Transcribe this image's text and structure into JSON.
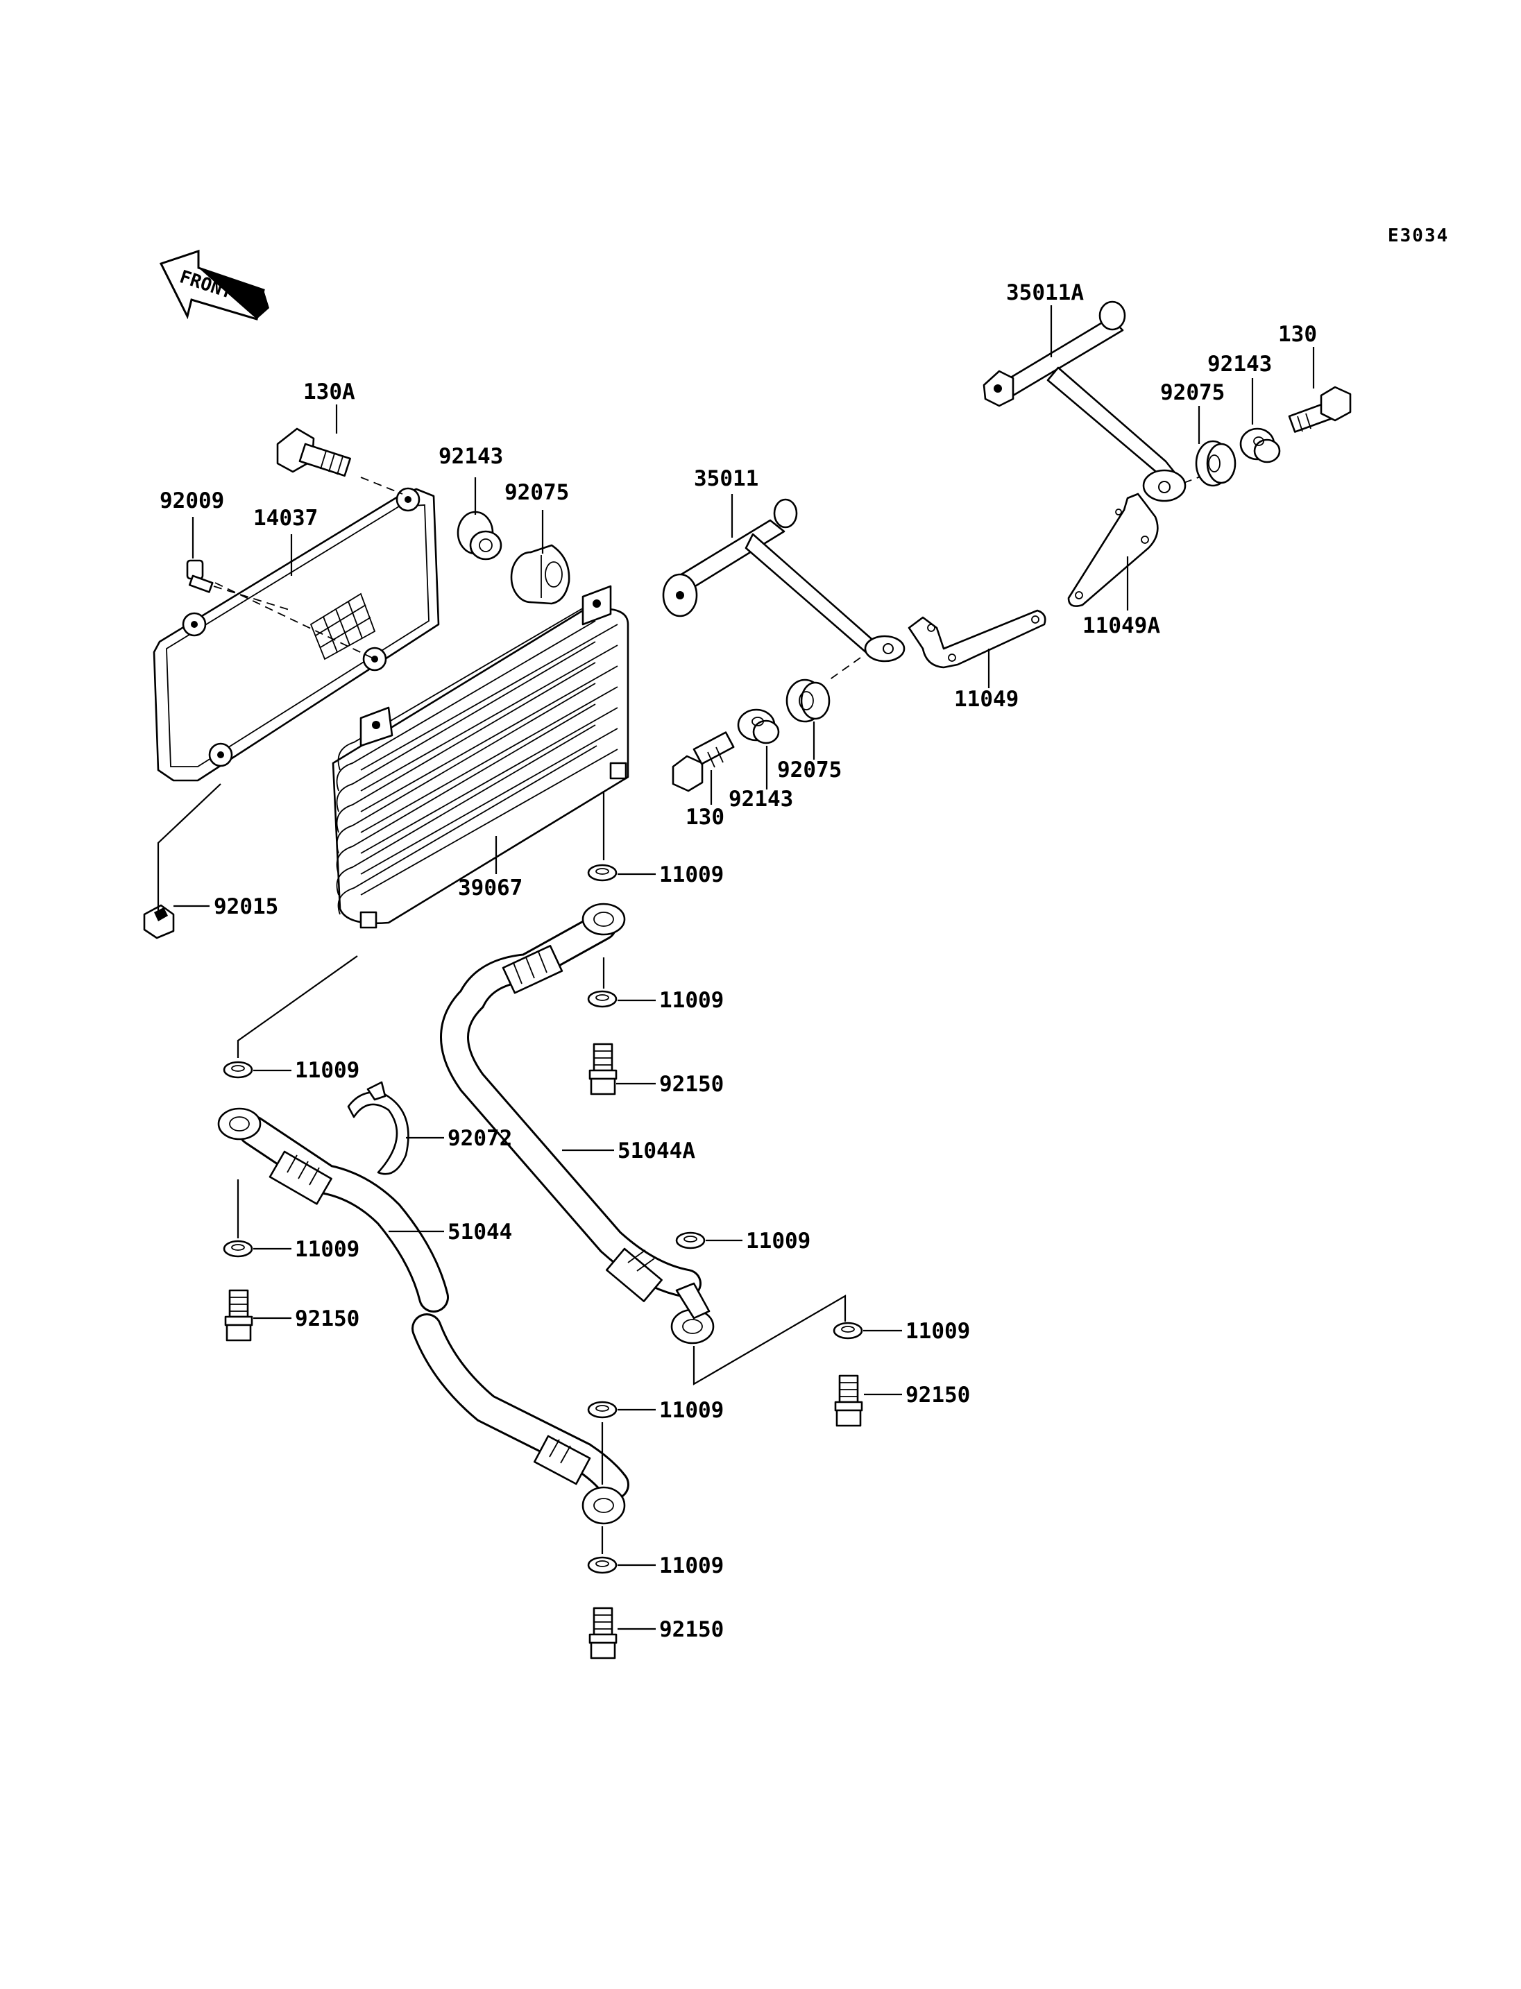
{
  "diagram_code": "E3034",
  "front_arrow_text": "FRONT",
  "parts": {
    "p130A": "130A",
    "p92009": "92009",
    "p14037": "14037",
    "p92143_a": "92143",
    "p92075_a": "92075",
    "p35011": "35011",
    "p35011A": "35011A",
    "p92143_b": "92143",
    "p130_top": "130",
    "p92075_b": "92075",
    "p11049A": "11049A",
    "p11049": "11049",
    "p92075_c": "92075",
    "p92143_c": "92143",
    "p130_mid": "130",
    "p11009_1": "11009",
    "p39067": "39067",
    "p92015": "92015",
    "p11009_2": "11009",
    "p92150_1": "92150",
    "p11009_3": "11009",
    "p92072": "92072",
    "p51044A": "51044A",
    "p51044": "51044",
    "p11009_4": "11009",
    "p92150_2": "92150",
    "p11009_5": "11009",
    "p11009_6": "11009",
    "p92150_3": "92150",
    "p11009_7": "11009",
    "p11009_8": "11009",
    "p92150_4": "92150"
  }
}
